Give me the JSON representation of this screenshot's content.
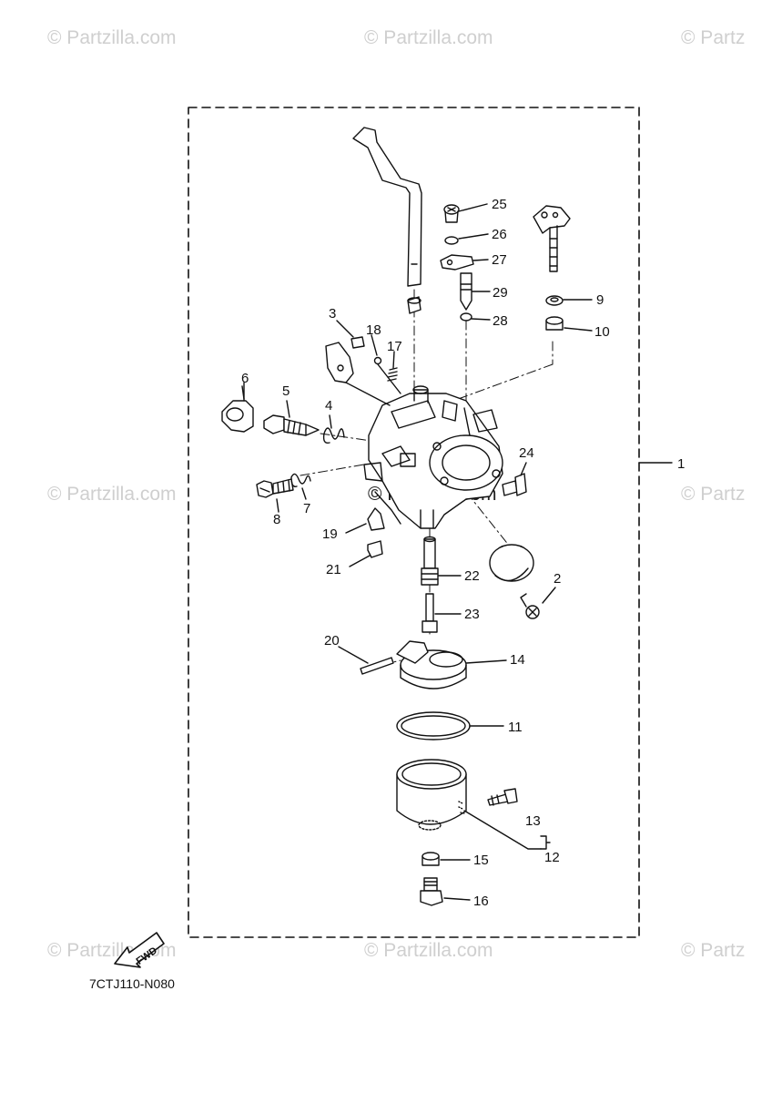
{
  "watermarks": {
    "text": "© Partzilla.com",
    "partial": "© Partz",
    "center": "© Partzilla.com"
  },
  "diagram_code": "7CTJ110-N080",
  "fwd_label": "FWD",
  "callouts": {
    "c1": "1",
    "c2": "2",
    "c3": "3",
    "c4": "4",
    "c5": "5",
    "c6": "6",
    "c7": "7",
    "c8": "8",
    "c9": "9",
    "c10": "10",
    "c11": "11",
    "c12": "12",
    "c13": "13",
    "c14": "14",
    "c15": "15",
    "c16": "16",
    "c17": "17",
    "c18": "18",
    "c19": "19",
    "c20": "20",
    "c21": "21",
    "c22": "22",
    "c23": "23",
    "c24": "24",
    "c25": "25",
    "c26": "26",
    "c27": "27",
    "c28": "28",
    "c29": "29"
  }
}
